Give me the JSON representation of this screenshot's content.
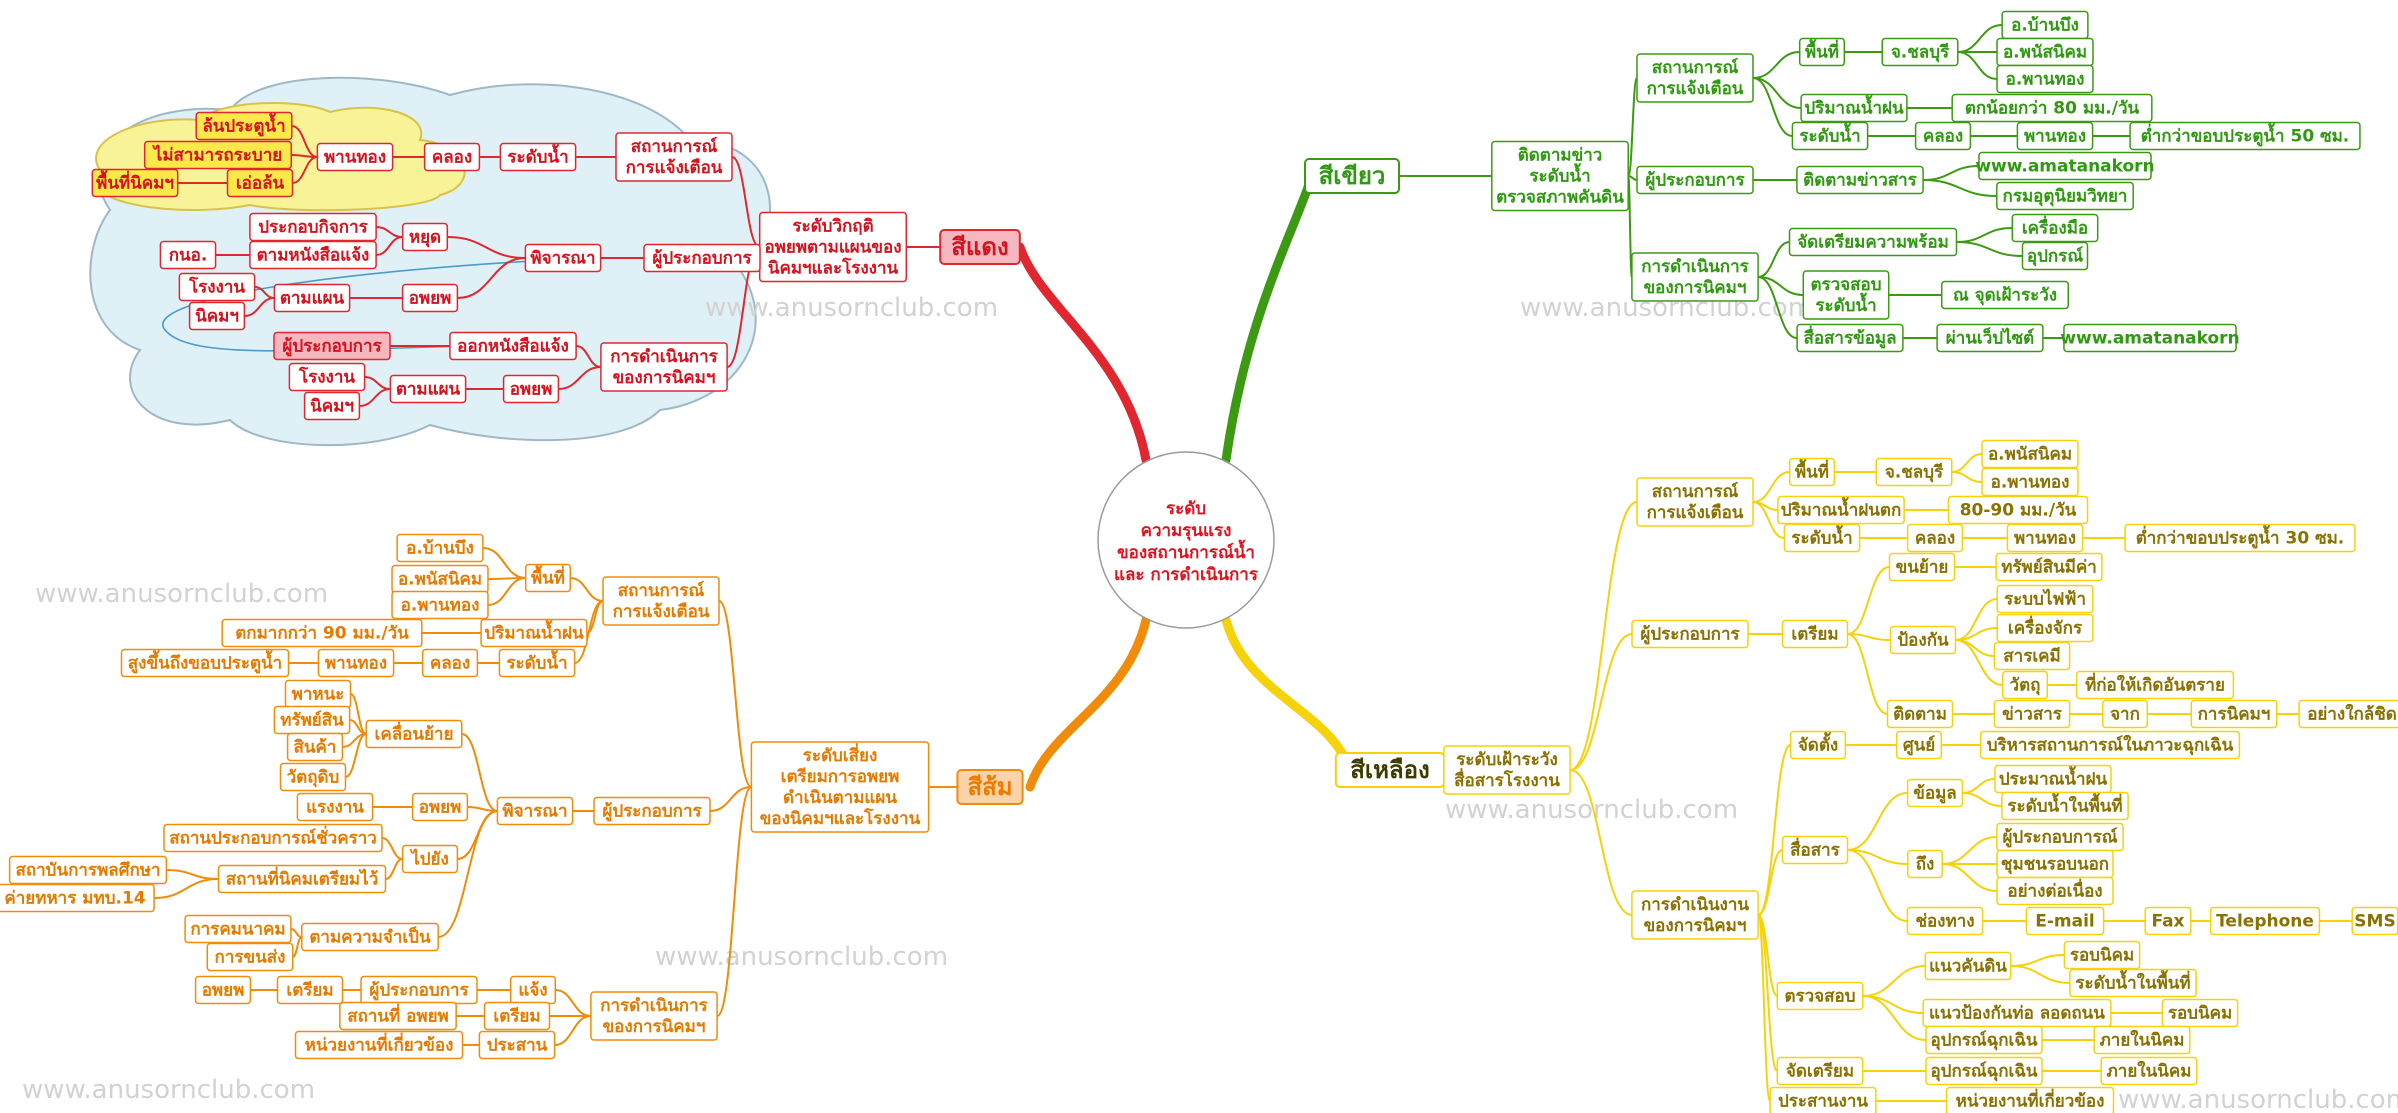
{
  "center": {
    "lines": [
      "ระดับ",
      "ความรุนแรง",
      "ของสถานการณ์น้ำ",
      "และ การดำเนินการ"
    ]
  },
  "watermark": "www.anusornclub.com",
  "colors": {
    "red": "#e0262f",
    "green": "#3c9a12",
    "yellow": "#f5d20a",
    "orange": "#f08c0a"
  },
  "branches": {
    "green": {
      "label": "สีเขียว",
      "sub": [
        "ติดตามข่าว",
        "ระดับน้ำ",
        "ตรวจสภาพคันดิน"
      ]
    },
    "yellow": {
      "label": "สีเหลือง",
      "sub": [
        "ระดับเฝ้าระวัง",
        "สื่อสารโรงงาน"
      ]
    },
    "red": {
      "label": "สีแดง",
      "sub": [
        "ระดับวิกฤติ",
        "อพยพตามแผนของ",
        "นิคมฯและโรงงาน"
      ]
    },
    "orange": {
      "label": "สีส้ม",
      "sub": [
        "ระดับเสี่ยง",
        "เตรียมการอพยพ",
        "ดำเนินตามแผน",
        "ของนิคมฯและโรงงาน"
      ]
    }
  },
  "nodes": [
    {
      "id": "g_s",
      "c": "green",
      "p": "green_sub",
      "t": "สถานการณ์\nการแจ้งเตือน"
    },
    {
      "id": "g_s1",
      "c": "green",
      "p": "g_s",
      "t": "พื้นที่"
    },
    {
      "id": "g_s1a",
      "c": "green",
      "p": "g_s1",
      "t": "จ.ชลบุรี"
    },
    {
      "id": "g_s1a1",
      "c": "green",
      "p": "g_s1a",
      "t": "อ.บ้านบึง"
    },
    {
      "id": "g_s1a2",
      "c": "green",
      "p": "g_s1a",
      "t": "อ.พนัสนิคม"
    },
    {
      "id": "g_s1a3",
      "c": "green",
      "p": "g_s1a",
      "t": "อ.พานทอง"
    },
    {
      "id": "g_s2",
      "c": "green",
      "p": "g_s",
      "t": "ปริมาณน้ำฝน"
    },
    {
      "id": "g_s2a",
      "c": "green",
      "p": "g_s2",
      "t": "ตกน้อยกว่า 80 มม./วัน"
    },
    {
      "id": "g_s3",
      "c": "green",
      "p": "g_s",
      "t": "ระดับน้ำ"
    },
    {
      "id": "g_s3a",
      "c": "green",
      "p": "g_s3",
      "t": "คลอง"
    },
    {
      "id": "g_s3b",
      "c": "green",
      "p": "g_s3a",
      "t": "พานทอง"
    },
    {
      "id": "g_s3c",
      "c": "green",
      "p": "g_s3b",
      "t": "ต่ำกว่าขอบประตูน้ำ 50 ซม."
    },
    {
      "id": "g_o",
      "c": "green",
      "p": "green_sub",
      "t": "ผู้ประกอบการ"
    },
    {
      "id": "g_o1",
      "c": "green",
      "p": "g_o",
      "t": "ติดตามข่าวสาร"
    },
    {
      "id": "g_o1a",
      "c": "green",
      "p": "g_o1",
      "t": "www.amatanakorn"
    },
    {
      "id": "g_o1b",
      "c": "green",
      "p": "g_o1",
      "t": "กรมอุตุนิยมวิทยา"
    },
    {
      "id": "g_a",
      "c": "green",
      "p": "green_sub",
      "t": "การดำเนินการ\nของการนิคมฯ"
    },
    {
      "id": "g_a1",
      "c": "green",
      "p": "g_a",
      "t": "จัดเตรียมความพร้อม"
    },
    {
      "id": "g_a1a",
      "c": "green",
      "p": "g_a1",
      "t": "เครื่องมือ"
    },
    {
      "id": "g_a1b",
      "c": "green",
      "p": "g_a1",
      "t": "อุปกรณ์"
    },
    {
      "id": "g_a2",
      "c": "green",
      "p": "g_a",
      "t": "ตรวจสอบ\nระดับน้ำ"
    },
    {
      "id": "g_a2a",
      "c": "green",
      "p": "g_a2",
      "t": "ณ จุดเฝ้าระวัง"
    },
    {
      "id": "g_a3",
      "c": "green",
      "p": "g_a",
      "t": "สื่อสารข้อมูล"
    },
    {
      "id": "g_a3a",
      "c": "green",
      "p": "g_a3",
      "t": "ผ่านเว็ปไซต์"
    },
    {
      "id": "g_a3b",
      "c": "green",
      "p": "g_a3a",
      "t": "www.amatanakorn"
    },
    {
      "id": "y_s",
      "c": "yellow",
      "p": "yellow_sub",
      "t": "สถานการณ์\nการแจ้งเตือน"
    },
    {
      "id": "y_s1",
      "c": "yellow",
      "p": "y_s",
      "t": "พื้นที่"
    },
    {
      "id": "y_s1a",
      "c": "yellow",
      "p": "y_s1",
      "t": "จ.ชลบุรี"
    },
    {
      "id": "y_s1a1",
      "c": "yellow",
      "p": "y_s1a",
      "t": "อ.พนัสนิคม"
    },
    {
      "id": "y_s1a2",
      "c": "yellow",
      "p": "y_s1a",
      "t": "อ.พานทอง"
    },
    {
      "id": "y_s2",
      "c": "yellow",
      "p": "y_s",
      "t": "ปริมาณน้ำฝนตก"
    },
    {
      "id": "y_s2a",
      "c": "yellow",
      "p": "y_s2",
      "t": "80-90 มม./วัน"
    },
    {
      "id": "y_s3",
      "c": "yellow",
      "p": "y_s",
      "t": "ระดับน้ำ"
    },
    {
      "id": "y_s3a",
      "c": "yellow",
      "p": "y_s3",
      "t": "คลอง"
    },
    {
      "id": "y_s3b",
      "c": "yellow",
      "p": "y_s3a",
      "t": "พานทอง"
    },
    {
      "id": "y_s3c",
      "c": "yellow",
      "p": "y_s3b",
      "t": "ต่ำกว่าขอบประตูน้ำ 30 ซม."
    },
    {
      "id": "y_o",
      "c": "yellow",
      "p": "yellow_sub",
      "t": "ผู้ประกอบการ"
    },
    {
      "id": "y_o1",
      "c": "yellow",
      "p": "y_o",
      "t": "เตรียม"
    },
    {
      "id": "y_o1a",
      "c": "yellow",
      "p": "y_o1",
      "t": "ขนย้าย"
    },
    {
      "id": "y_o1a1",
      "c": "yellow",
      "p": "y_o1a",
      "t": "ทรัพย์สินมีค่า"
    },
    {
      "id": "y_o1b",
      "c": "yellow",
      "p": "y_o1",
      "t": "ป้องกัน"
    },
    {
      "id": "y_o1b1",
      "c": "yellow",
      "p": "y_o1b",
      "t": "ระบบไฟฟ้า"
    },
    {
      "id": "y_o1b2",
      "c": "yellow",
      "p": "y_o1b",
      "t": "เครื่องจักร"
    },
    {
      "id": "y_o1b3",
      "c": "yellow",
      "p": "y_o1b",
      "t": "สารเคมี"
    },
    {
      "id": "y_o1b4",
      "c": "yellow",
      "p": "y_o1b",
      "t": "วัตถุ"
    },
    {
      "id": "y_o1b4a",
      "c": "yellow",
      "p": "y_o1b4",
      "t": "ที่ก่อให้เกิดอันตราย"
    },
    {
      "id": "y_o1c",
      "c": "yellow",
      "p": "y_o1",
      "t": "ติดตาม"
    },
    {
      "id": "y_o1c1",
      "c": "yellow",
      "p": "y_o1c",
      "t": "ข่าวสาร"
    },
    {
      "id": "y_o1c2",
      "c": "yellow",
      "p": "y_o1c1",
      "t": "จาก"
    },
    {
      "id": "y_o1c3",
      "c": "yellow",
      "p": "y_o1c2",
      "t": "การนิคมฯ"
    },
    {
      "id": "y_o1c4",
      "c": "yellow",
      "p": "y_o1c3",
      "t": "อย่างใกล้ชิด"
    },
    {
      "id": "y_a",
      "c": "yellow",
      "p": "yellow_sub",
      "t": "การดำเนินงาน\nของการนิคมฯ"
    },
    {
      "id": "y_a1",
      "c": "yellow",
      "p": "y_a",
      "t": "จัดตั้ง"
    },
    {
      "id": "y_a1a",
      "c": "yellow",
      "p": "y_a1",
      "t": "ศูนย์"
    },
    {
      "id": "y_a1b",
      "c": "yellow",
      "p": "y_a1a",
      "t": "บริหารสถานการณ์ในภาวะฉุกเฉิน"
    },
    {
      "id": "y_a2",
      "c": "yellow",
      "p": "y_a",
      "t": "สื่อสาร"
    },
    {
      "id": "y_a2a",
      "c": "yellow",
      "p": "y_a2",
      "t": "ข้อมูล"
    },
    {
      "id": "y_a2a1",
      "c": "yellow",
      "p": "y_a2a",
      "t": "ประมาณน้ำฝน"
    },
    {
      "id": "y_a2a2",
      "c": "yellow",
      "p": "y_a2a",
      "t": "ระดับน้ำในพื้นที่"
    },
    {
      "id": "y_a2b",
      "c": "yellow",
      "p": "y_a2",
      "t": "ถึง"
    },
    {
      "id": "y_a2b1",
      "c": "yellow",
      "p": "y_a2b",
      "t": "ผู้ประกอบการณ์"
    },
    {
      "id": "y_a2b2",
      "c": "yellow",
      "p": "y_a2b",
      "t": "ชุมชนรอบนอก"
    },
    {
      "id": "y_a2b3",
      "c": "yellow",
      "p": "y_a2b",
      "t": "อย่างต่อเนื่อง"
    },
    {
      "id": "y_a2c",
      "c": "yellow",
      "p": "y_a2",
      "t": "ช่องทาง"
    },
    {
      "id": "y_a2c1",
      "c": "yellow",
      "p": "y_a2c",
      "t": "E-mail"
    },
    {
      "id": "y_a2c2",
      "c": "yellow",
      "p": "y_a2c1",
      "t": "Fax"
    },
    {
      "id": "y_a2c3",
      "c": "yellow",
      "p": "y_a2c2",
      "t": "Telephone"
    },
    {
      "id": "y_a2c4",
      "c": "yellow",
      "p": "y_a2c3",
      "t": "SMS"
    },
    {
      "id": "y_a3",
      "c": "yellow",
      "p": "y_a",
      "t": "ตรวจสอบ"
    },
    {
      "id": "y_a3a",
      "c": "yellow",
      "p": "y_a3",
      "t": "แนวคันดิน"
    },
    {
      "id": "y_a3a1",
      "c": "yellow",
      "p": "y_a3a",
      "t": "รอบนิคม"
    },
    {
      "id": "y_a3a2",
      "c": "yellow",
      "p": "y_a3a",
      "t": "ระดับน้ำในพื้นที่"
    },
    {
      "id": "y_a3b",
      "c": "yellow",
      "p": "y_a3",
      "t": "แนวป้องกันท่อ ลอดถนน"
    },
    {
      "id": "y_a3b1",
      "c": "yellow",
      "p": "y_a3b",
      "t": "รอบนิคม"
    },
    {
      "id": "y_a3c",
      "c": "yellow",
      "p": "y_a3",
      "t": "อุปกรณ์ฉุกเฉิน"
    },
    {
      "id": "y_a3c1",
      "c": "yellow",
      "p": "y_a3c",
      "t": "ภายในนิคม"
    },
    {
      "id": "y_a4",
      "c": "yellow",
      "p": "y_a",
      "t": "จัดเตรียม"
    },
    {
      "id": "y_a4a",
      "c": "yellow",
      "p": "y_a4",
      "t": "อุปกรณ์ฉุกเฉิน"
    },
    {
      "id": "y_a4b",
      "c": "yellow",
      "p": "y_a4a",
      "t": "ภายในนิคม"
    },
    {
      "id": "y_a5",
      "c": "yellow",
      "p": "y_a",
      "t": "ประสานงาน"
    },
    {
      "id": "y_a5a",
      "c": "yellow",
      "p": "y_a5",
      "t": "หน่วยงานที่เกี่ยวข้อง"
    },
    {
      "id": "r_s",
      "c": "red",
      "p": "red_sub",
      "t": "สถานการณ์\nการแจ้งเตือน"
    },
    {
      "id": "r_s1",
      "c": "red",
      "p": "r_s",
      "t": "ระดับน้ำ"
    },
    {
      "id": "r_s1a",
      "c": "red",
      "p": "r_s1",
      "t": "คลอง"
    },
    {
      "id": "r_s1b",
      "c": "red",
      "p": "r_s1a",
      "t": "พานทอง"
    },
    {
      "id": "r_s1b1",
      "c": "red",
      "p": "r_s1b",
      "t": "ล้นประตูน้ำ",
      "hl": true
    },
    {
      "id": "r_s1b2",
      "c": "red",
      "p": "r_s1b",
      "t": "ไม่สามารถระบาย",
      "hl": true
    },
    {
      "id": "r_s1b3",
      "c": "red",
      "p": "r_s1b",
      "t": "เอ่อล้น",
      "hl": true
    },
    {
      "id": "r_s1b3a",
      "c": "red",
      "p": "r_s1b3",
      "t": "พื้นที่นิคมฯ",
      "hl": true
    },
    {
      "id": "r_o",
      "c": "red",
      "p": "red_sub",
      "t": "ผู้ประกอบการ"
    },
    {
      "id": "r_o1",
      "c": "red",
      "p": "r_o",
      "t": "พิจารณา"
    },
    {
      "id": "r_o1a",
      "c": "red",
      "p": "r_o1",
      "t": "หยุด"
    },
    {
      "id": "r_o1a1",
      "c": "red",
      "p": "r_o1a",
      "t": "ประกอบกิจการ"
    },
    {
      "id": "r_o1a2",
      "c": "red",
      "p": "r_o1a",
      "t": "ตามหนังสือแจ้ง"
    },
    {
      "id": "r_o1a2a",
      "c": "red",
      "p": "r_o1a2",
      "t": "กนอ."
    },
    {
      "id": "r_o1b",
      "c": "red",
      "p": "r_o1",
      "t": "อพยพ"
    },
    {
      "id": "r_o1b1",
      "c": "red",
      "p": "r_o1b",
      "t": "ตามแผน"
    },
    {
      "id": "r_o1b1a",
      "c": "red",
      "p": "r_o1b1",
      "t": "โรงงาน"
    },
    {
      "id": "r_o1b1b",
      "c": "red",
      "p": "r_o1b1",
      "t": "นิคมฯ"
    },
    {
      "id": "r_a",
      "c": "red",
      "p": "red_sub",
      "t": "การดำเนินการ\nของการนิคมฯ"
    },
    {
      "id": "r_a1",
      "c": "red",
      "p": "r_a",
      "t": "ออกหนังสือแจ้ง"
    },
    {
      "id": "r_a1a",
      "c": "red",
      "p": "r_a1",
      "t": "ผู้ประกอบการ",
      "pink": true
    },
    {
      "id": "r_a2",
      "c": "red",
      "p": "r_a",
      "t": "อพยพ"
    },
    {
      "id": "r_a2a",
      "c": "red",
      "p": "r_a2",
      "t": "ตามแผน"
    },
    {
      "id": "r_a2a1",
      "c": "red",
      "p": "r_a2a",
      "t": "โรงงาน"
    },
    {
      "id": "r_a2a2",
      "c": "red",
      "p": "r_a2a",
      "t": "นิคมฯ"
    },
    {
      "id": "o_s",
      "c": "orange",
      "p": "orange_sub",
      "t": "สถานการณ์\nการแจ้งเตือน"
    },
    {
      "id": "o_s1",
      "c": "orange",
      "p": "o_s",
      "t": "พื้นที่"
    },
    {
      "id": "o_s1a",
      "c": "orange",
      "p": "o_s1",
      "t": "อ.บ้านบึง"
    },
    {
      "id": "o_s1b",
      "c": "orange",
      "p": "o_s1",
      "t": "อ.พนัสนิคม"
    },
    {
      "id": "o_s1c",
      "c": "orange",
      "p": "o_s1",
      "t": "อ.พานทอง"
    },
    {
      "id": "o_s2",
      "c": "orange",
      "p": "o_s",
      "t": "ปริมาณน้ำฝน"
    },
    {
      "id": "o_s2a",
      "c": "orange",
      "p": "o_s2",
      "t": "ตกมากกว่า 90 มม./วัน"
    },
    {
      "id": "o_s3",
      "c": "orange",
      "p": "o_s",
      "t": "ระดับน้ำ"
    },
    {
      "id": "o_s3a",
      "c": "orange",
      "p": "o_s3",
      "t": "คลอง"
    },
    {
      "id": "o_s3b",
      "c": "orange",
      "p": "o_s3a",
      "t": "พานทอง"
    },
    {
      "id": "o_s3c",
      "c": "orange",
      "p": "o_s3b",
      "t": "สูงขึ้นถึงขอบประตูน้ำ"
    },
    {
      "id": "o_o",
      "c": "orange",
      "p": "orange_sub",
      "t": "ผู้ประกอบการ"
    },
    {
      "id": "o_o1",
      "c": "orange",
      "p": "o_o",
      "t": "พิจารณา"
    },
    {
      "id": "o_o1a",
      "c": "orange",
      "p": "o_o1",
      "t": "เคลื่อนย้าย"
    },
    {
      "id": "o_o1a1",
      "c": "orange",
      "p": "o_o1a",
      "t": "พาหนะ"
    },
    {
      "id": "o_o1a2",
      "c": "orange",
      "p": "o_o1a",
      "t": "ทรัพย์สิน"
    },
    {
      "id": "o_o1a3",
      "c": "orange",
      "p": "o_o1a",
      "t": "สินค้า"
    },
    {
      "id": "o_o1a4",
      "c": "orange",
      "p": "o_o1a",
      "t": "วัตถุดิบ"
    },
    {
      "id": "o_o1b",
      "c": "orange",
      "p": "o_o1",
      "t": "อพยพ"
    },
    {
      "id": "o_o1b1",
      "c": "orange",
      "p": "o_o1b",
      "t": "แรงงาน"
    },
    {
      "id": "o_o1c",
      "c": "orange",
      "p": "o_o1",
      "t": "ไปยัง"
    },
    {
      "id": "o_o1c1",
      "c": "orange",
      "p": "o_o1c",
      "t": "สถานประกอบการณ์ชั่วคราว"
    },
    {
      "id": "o_o1c2",
      "c": "orange",
      "p": "o_o1c",
      "t": "สถานที่นิคมเตรียมไว้"
    },
    {
      "id": "o_o1c2a",
      "c": "orange",
      "p": "o_o1c2",
      "t": "สถาบันการพลศึกษา"
    },
    {
      "id": "o_o1c2b",
      "c": "orange",
      "p": "o_o1c2",
      "t": "ค่ายทหาร มทบ.14"
    },
    {
      "id": "o_o1d",
      "c": "orange",
      "p": "o_o1",
      "t": "ตามความจำเป็น"
    },
    {
      "id": "o_o1d1",
      "c": "orange",
      "p": "o_o1d",
      "t": "การคมนาคม"
    },
    {
      "id": "o_o1d2",
      "c": "orange",
      "p": "o_o1d",
      "t": "การขนส่ง"
    },
    {
      "id": "o_a",
      "c": "orange",
      "p": "orange_sub",
      "t": "การดำเนินการ\nของการนิคมฯ"
    },
    {
      "id": "o_a1",
      "c": "orange",
      "p": "o_a",
      "t": "แจ้ง"
    },
    {
      "id": "o_a1a",
      "c": "orange",
      "p": "o_a1",
      "t": "ผู้ประกอบการ"
    },
    {
      "id": "o_a1b",
      "c": "orange",
      "p": "o_a1a",
      "t": "เตรียม"
    },
    {
      "id": "o_a1c",
      "c": "orange",
      "p": "o_a1b",
      "t": "อพยพ"
    },
    {
      "id": "o_a2",
      "c": "orange",
      "p": "o_a",
      "t": "เตรียม"
    },
    {
      "id": "o_a2a",
      "c": "orange",
      "p": "o_a2",
      "t": "สถานที่ อพยพ"
    },
    {
      "id": "o_a3",
      "c": "orange",
      "p": "o_a",
      "t": "ประสาน"
    },
    {
      "id": "o_a3a",
      "c": "orange",
      "p": "o_a3",
      "t": "หน่วยงานที่เกี่ยวข้อง"
    }
  ]
}
